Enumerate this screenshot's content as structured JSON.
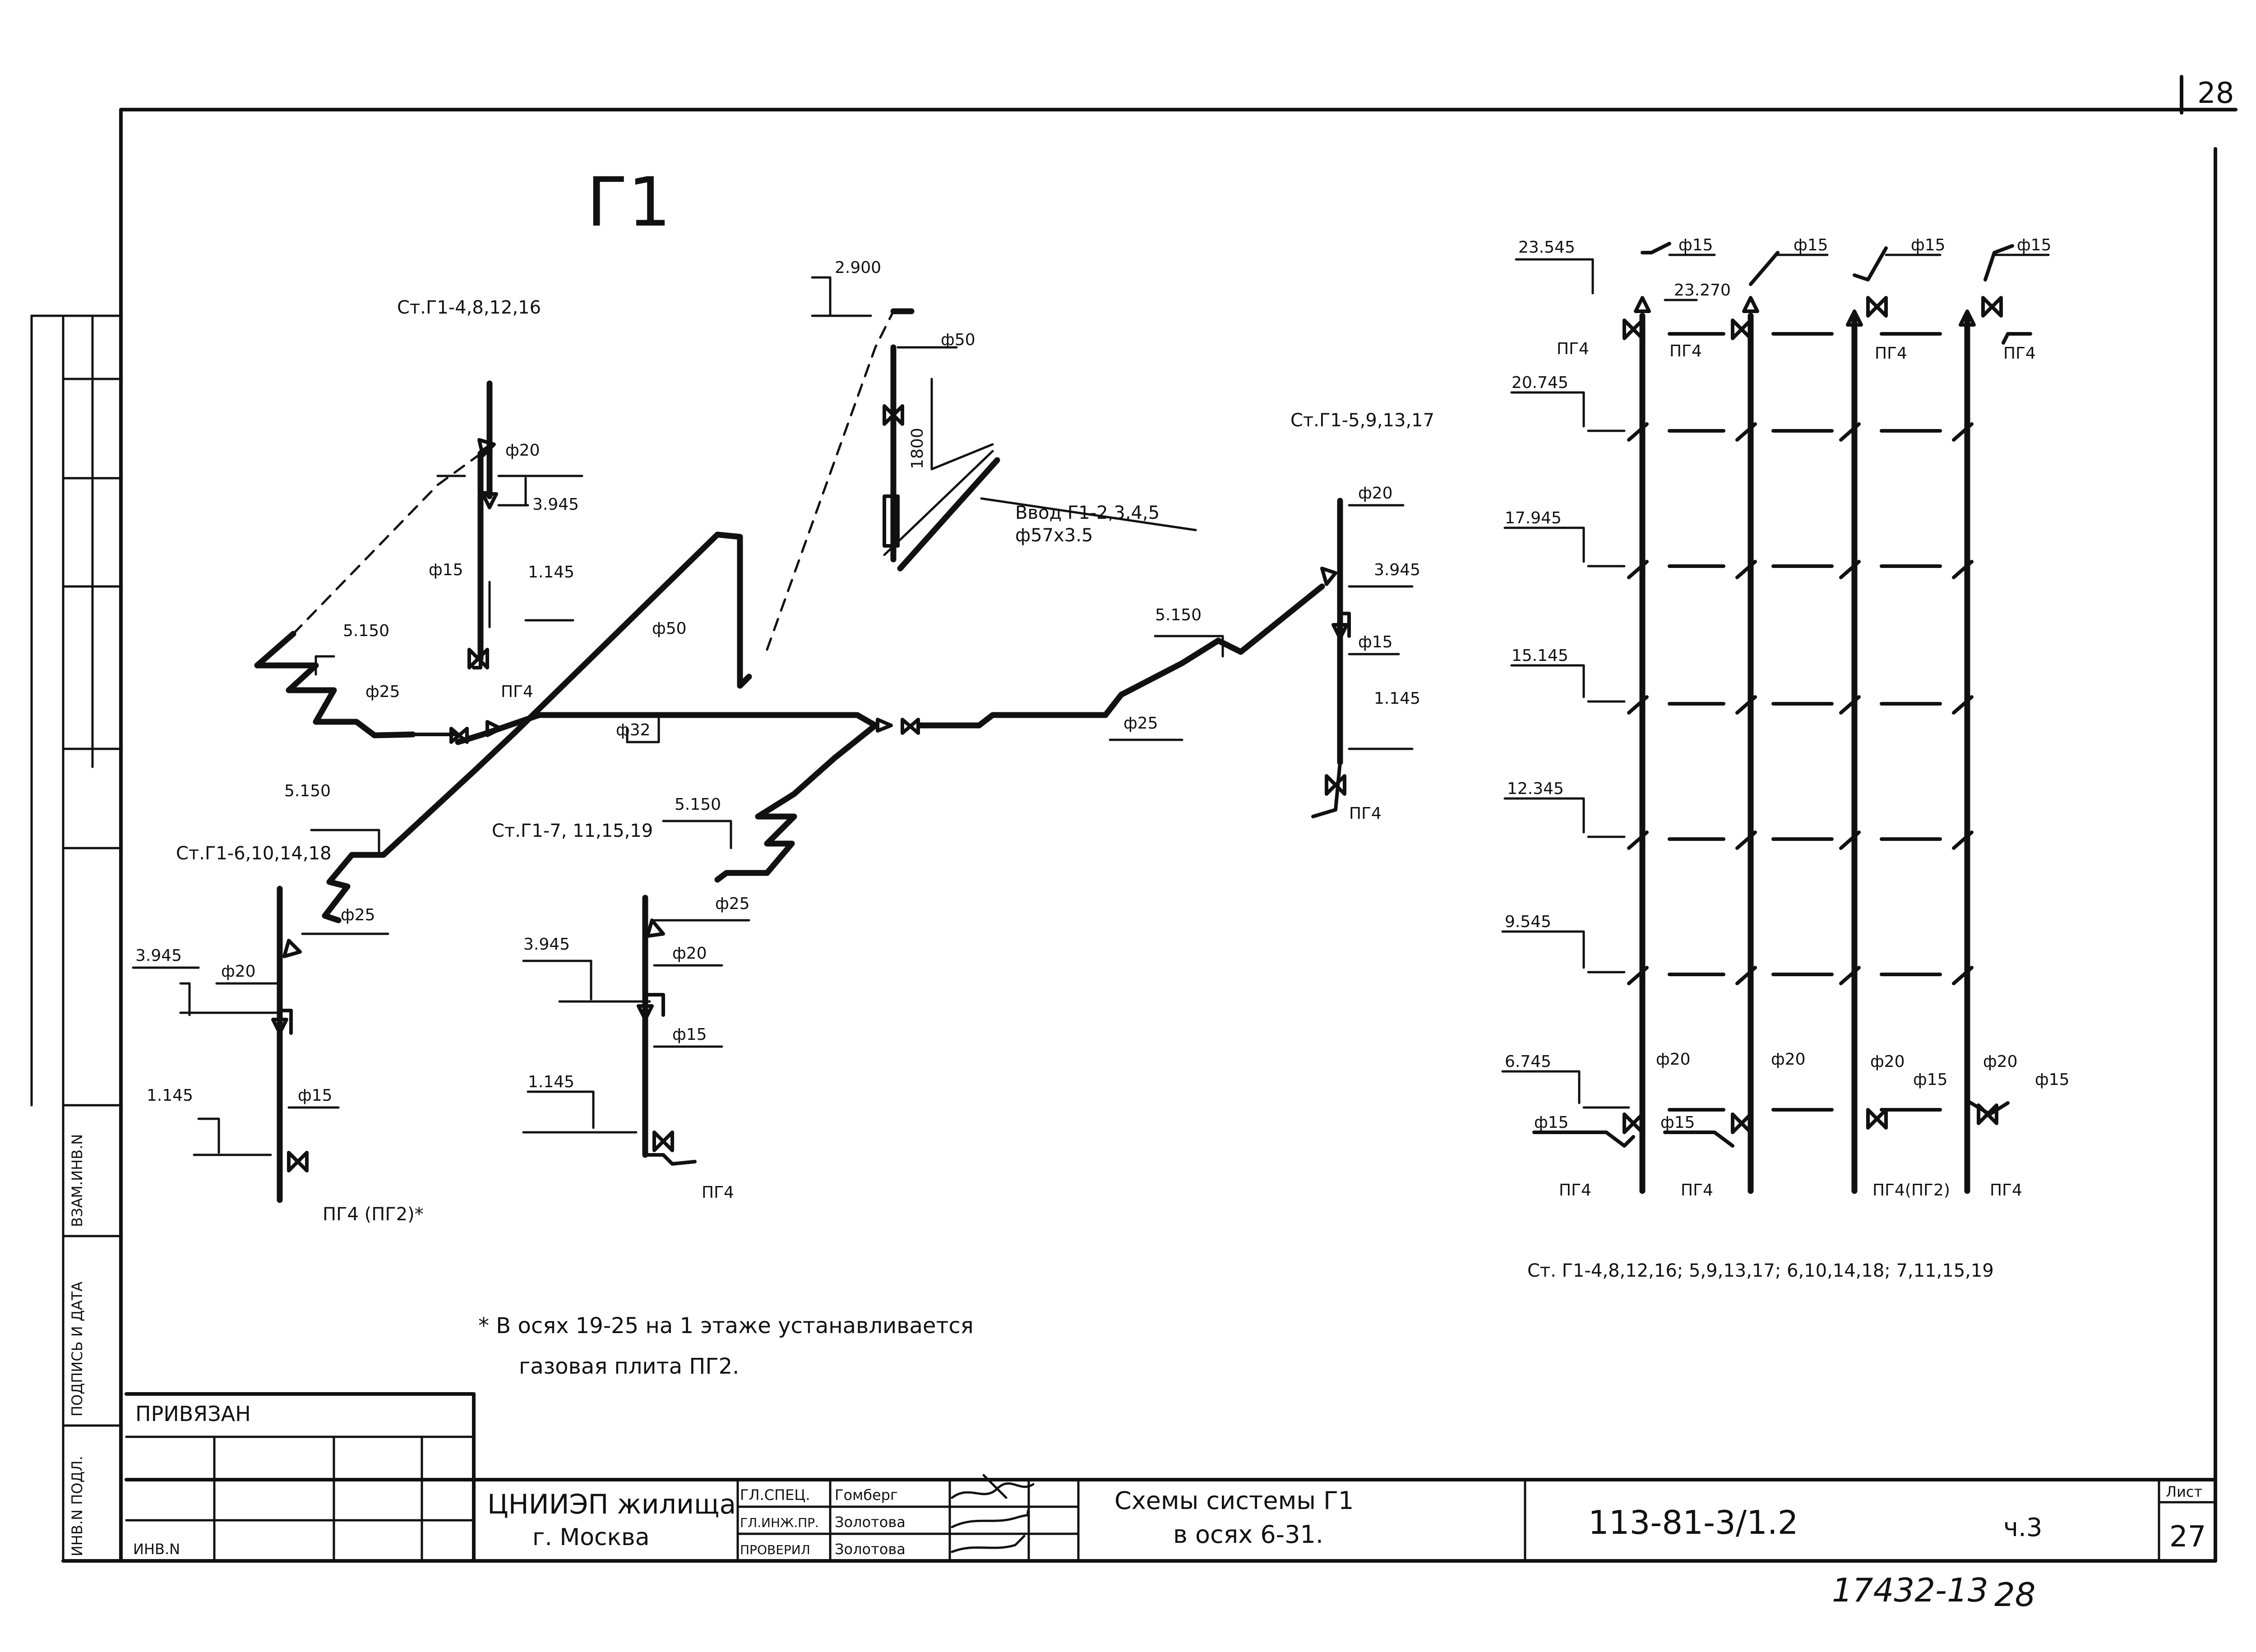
{
  "sheet_number_top": "28",
  "title": "Г1",
  "left_stamp": {
    "vzam_inv": "ВЗАМ.ИНВ.N",
    "podpis_data": "ПОДПИСЬ И ДАТА",
    "inv_podl": "ИНВ.N ПОДЛ."
  },
  "left_scheme": {
    "riser_a": "Ст.Г1-4,8,12,16",
    "riser_b": "Ст.Г1-6,10,14,18",
    "riser_c": "Ст.Г1-7, 11,15,19",
    "riser_d": "Ст.Г1-5,9,13,17",
    "el_2900": "2.900",
    "d50_top": "ф50",
    "dim_1800": "1800",
    "entry_line1": "Ввод Г1-2,3,4,5",
    "entry_line2": "ф57х3.5",
    "d20": "ф20",
    "d15": "ф15",
    "d25": "ф25",
    "d32": "ф32",
    "d50": "ф50",
    "el_3945": "3.945",
    "el_1145": "1.145",
    "el_5150": "5.150",
    "pg4": "ПГ4",
    "pg4_pg2": "ПГ4 (ПГ2)*"
  },
  "right_scheme": {
    "elevations": [
      "23.545",
      "20.745",
      "17.945",
      "15.145",
      "12.345",
      "9.545",
      "6.745"
    ],
    "el_23270": "23.270",
    "d15": "ф15",
    "d20": "ф20",
    "pg4": "ПГ4",
    "pg4_pg2": "ПГ4(ПГ2)",
    "caption": "Ст. Г1-4,8,12,16; 5,9,13,17; 6,10,14,18; 7,11,15,19"
  },
  "note": {
    "line1": "* В осях 19-25 на 1 этаже устанавливается",
    "line2": "газовая плита ПГ2."
  },
  "title_block": {
    "privyazan": "ПРИВЯЗАН",
    "inv_n": "ИНВ.N",
    "org_line1": "ЦНИИЭП жилища",
    "org_line2": "г. Москва",
    "roles": [
      "ГЛ.СПЕЦ.",
      "ГЛ.ИНЖ.ПР.",
      "ПРОВЕРИЛ"
    ],
    "names": [
      "Гомберг",
      "Золотова",
      "Золотова"
    ],
    "drawing_title_line1": "Схемы системы Г1",
    "drawing_title_line2": "в осях 6-31.",
    "code": "113-81-3/1.2",
    "part": "ч.3",
    "list_label": "Лист",
    "list_number": "27"
  },
  "archive_number": "17432-13",
  "archive_sheet": "28"
}
